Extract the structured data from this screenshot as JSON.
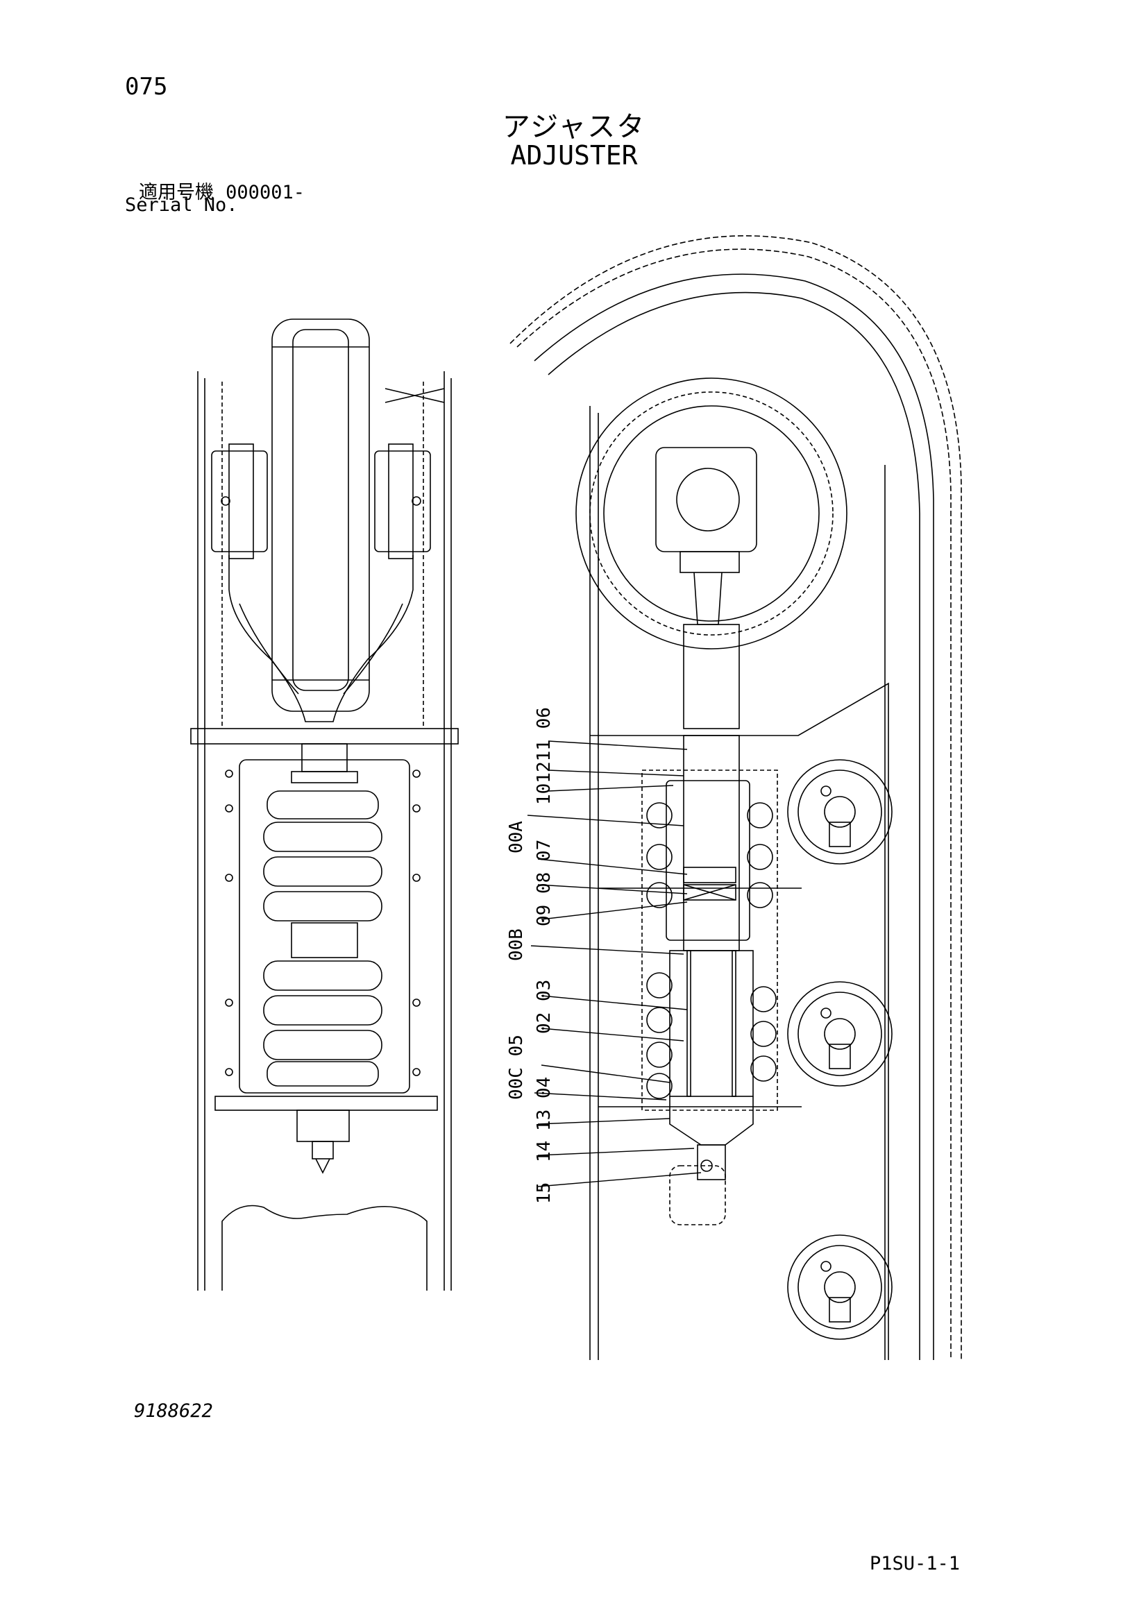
{
  "header": {
    "page_number": "075",
    "title_jp": "アジャスタ",
    "title_en": "ADJUSTER",
    "serial_label_jp": "適用号機",
    "serial_value": "000001-",
    "serial_label_en": "Serial No."
  },
  "callouts": [
    {
      "id": "c1",
      "label": "101211 06"
    },
    {
      "id": "c2",
      "label": "00A"
    },
    {
      "id": "c3",
      "label": "09 08 07"
    },
    {
      "id": "c4",
      "label": "00B"
    },
    {
      "id": "c5",
      "label": "02 03"
    },
    {
      "id": "c6",
      "label": "00C 05"
    },
    {
      "id": "c7",
      "label": "13 04"
    },
    {
      "id": "c8",
      "label": "14"
    },
    {
      "id": "c9",
      "label": "15"
    }
  ],
  "footer": {
    "drawing_number": "9188622",
    "page_code": "P1SU-1-1"
  }
}
